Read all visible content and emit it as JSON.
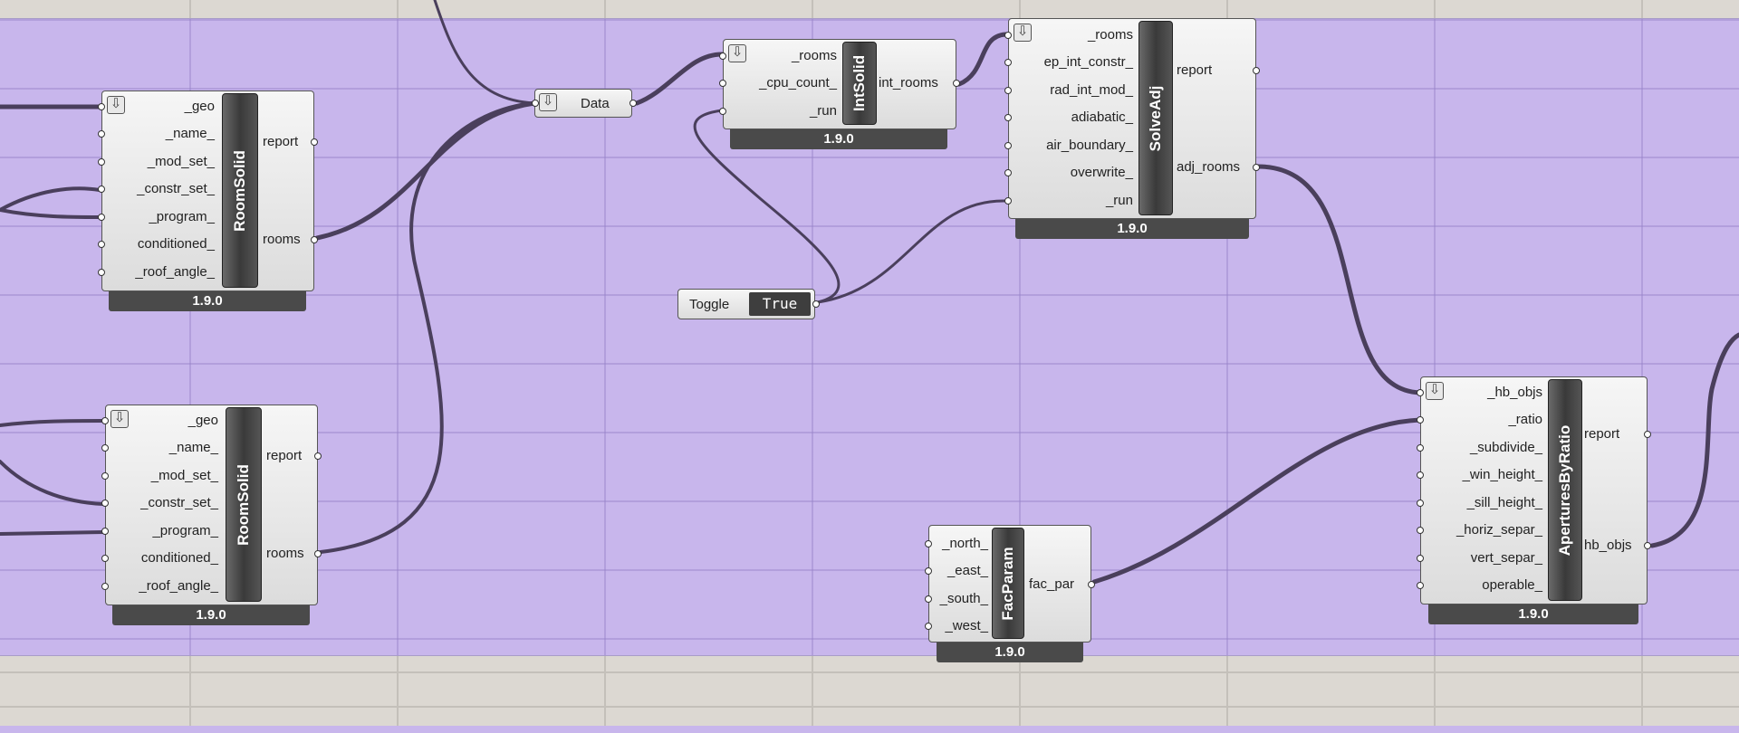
{
  "version": "1.9.0",
  "components": {
    "room_solid_1": {
      "name": "RoomSolid",
      "inputs": [
        "_geo",
        "_name_",
        "_mod_set_",
        "_constr_set_",
        "_program_",
        "conditioned_",
        "_roof_angle_"
      ],
      "outputs": [
        "report",
        "rooms"
      ]
    },
    "room_solid_2": {
      "name": "RoomSolid",
      "inputs": [
        "_geo",
        "_name_",
        "_mod_set_",
        "_constr_set_",
        "_program_",
        "conditioned_",
        "_roof_angle_"
      ],
      "outputs": [
        "report",
        "rooms"
      ]
    },
    "data_param": {
      "name": "Data"
    },
    "int_solid": {
      "name": "IntSolid",
      "inputs": [
        "_rooms",
        "_cpu_count_",
        "_run"
      ],
      "outputs": [
        "int_rooms"
      ]
    },
    "toggle": {
      "label": "Toggle",
      "value": "True"
    },
    "solve_adj": {
      "name": "SolveAdj",
      "inputs": [
        "_rooms",
        "ep_int_constr_",
        "rad_int_mod_",
        "adiabatic_",
        "air_boundary_",
        "overwrite_",
        "_run"
      ],
      "outputs": [
        "report",
        "adj_rooms"
      ]
    },
    "fac_param": {
      "name": "FacParam",
      "inputs": [
        "_north_",
        "_east_",
        "_south_",
        "_west_"
      ],
      "outputs": [
        "fac_par"
      ]
    },
    "apertures_by_ratio": {
      "name": "AperturesByRatio",
      "inputs": [
        "_hb_objs",
        "_ratio",
        "_subdivide_",
        "_win_height_",
        "_sill_height_",
        "_horiz_separ_",
        "vert_separ_",
        "operable_"
      ],
      "outputs": [
        "report",
        "hb_objs"
      ]
    }
  },
  "colors": {
    "wire": "#4a3f5c",
    "group": "#c8b6ec",
    "canvas": "#dcd8d2"
  },
  "icons": [
    "download-arrow-icon"
  ]
}
